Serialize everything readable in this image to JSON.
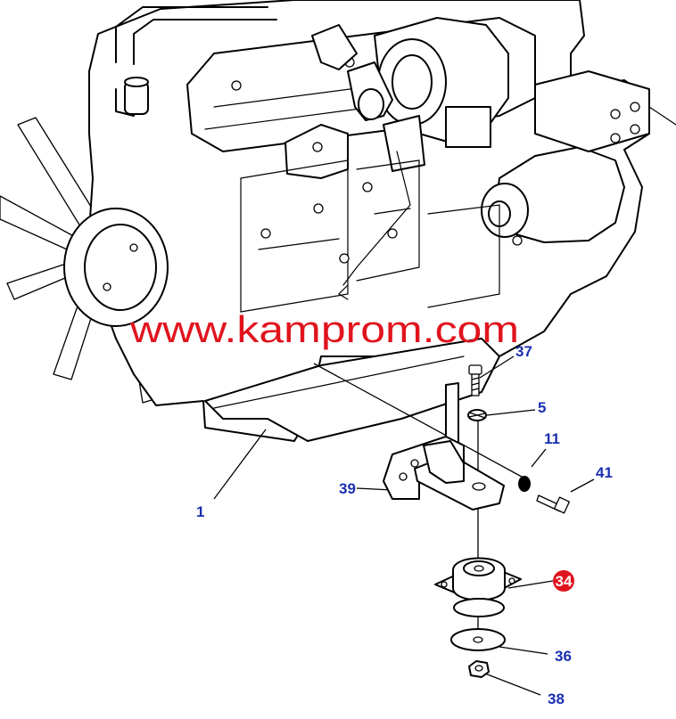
{
  "watermark": {
    "text": "www.kamprom.com",
    "color": "#e0141e"
  },
  "colors": {
    "callout": "#1a2fb0",
    "highlight_fill": "#e0141e",
    "highlight_text": "#ffffff",
    "line": "#000000"
  },
  "callouts": {
    "c1": "1",
    "c5": "5",
    "c11": "11",
    "c34": "34",
    "c36": "36",
    "c37": "37",
    "c38": "38",
    "c39": "39",
    "c41": "41"
  },
  "highlighted_part": "34"
}
